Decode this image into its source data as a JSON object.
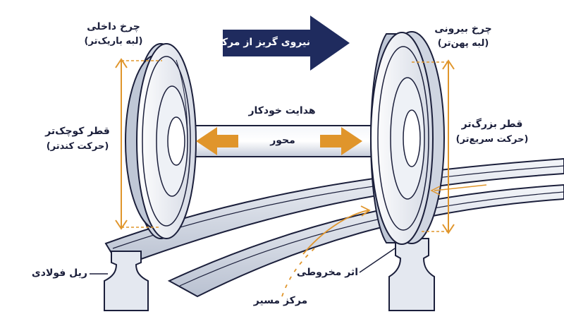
{
  "labels": {
    "inner_wheel_title": "چرخ داخلی",
    "inner_wheel_sub": "(لبه باریک‌تر)",
    "outer_wheel_title": "چرخ بیرونی",
    "outer_wheel_sub": "(لبه پهن‌تر)",
    "centrifugal_force": "نیروی گریز از مرکز",
    "self_steering": "هدایت خودکار",
    "axle": "محور",
    "small_diameter_title": "قطر کوچک‌تر",
    "small_diameter_sub": "(حرکت کندتر)",
    "large_diameter_title": "قطر بزرگ‌تر",
    "large_diameter_sub": "(حرکت سریع‌تر)",
    "steel_rail": "ریل فولادی",
    "conical_effect": "اثر مخروطی",
    "path_center": "مرکز مسیر"
  },
  "colors": {
    "navy": "#1f2b5e",
    "outline": "#1b1f3b",
    "accent_orange": "#e0952b",
    "steel_light": "#e9ecf3",
    "steel_mid": "#c9cfdc"
  }
}
